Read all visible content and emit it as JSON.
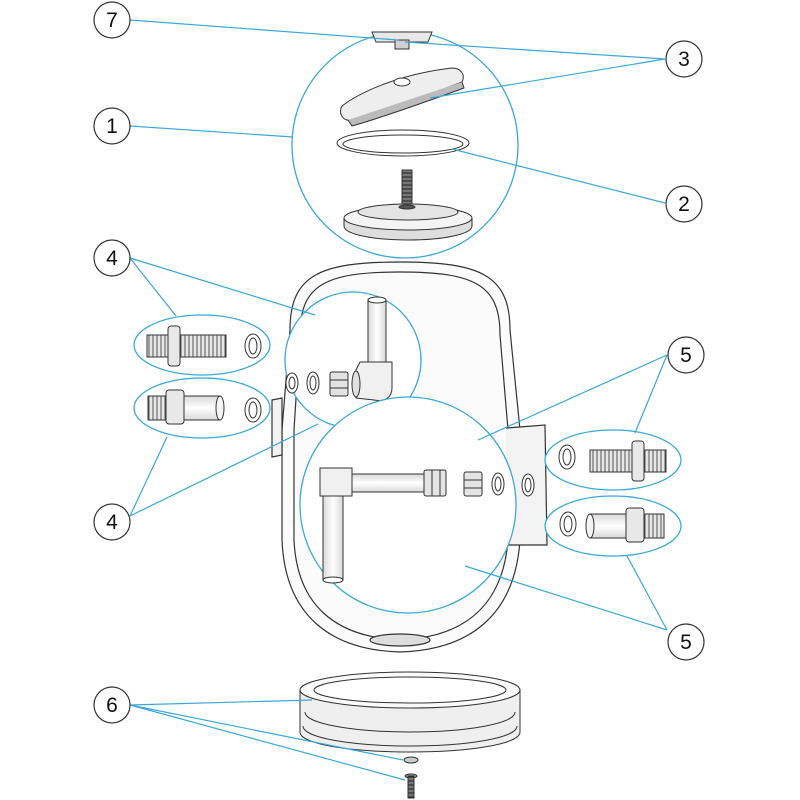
{
  "callouts": [
    {
      "id": "1",
      "label": "1"
    },
    {
      "id": "2",
      "label": "2"
    },
    {
      "id": "3",
      "label": "3"
    },
    {
      "id": "4a",
      "label": "4"
    },
    {
      "id": "4b",
      "label": "4"
    },
    {
      "id": "5a",
      "label": "5"
    },
    {
      "id": "5b",
      "label": "5"
    },
    {
      "id": "6",
      "label": "6"
    },
    {
      "id": "7",
      "label": "7"
    }
  ],
  "colors": {
    "leader_line": "#3ba8d8",
    "outline": "#333333",
    "part_fill": "#f2f2f2",
    "part_shade": "#c8c8c8"
  }
}
